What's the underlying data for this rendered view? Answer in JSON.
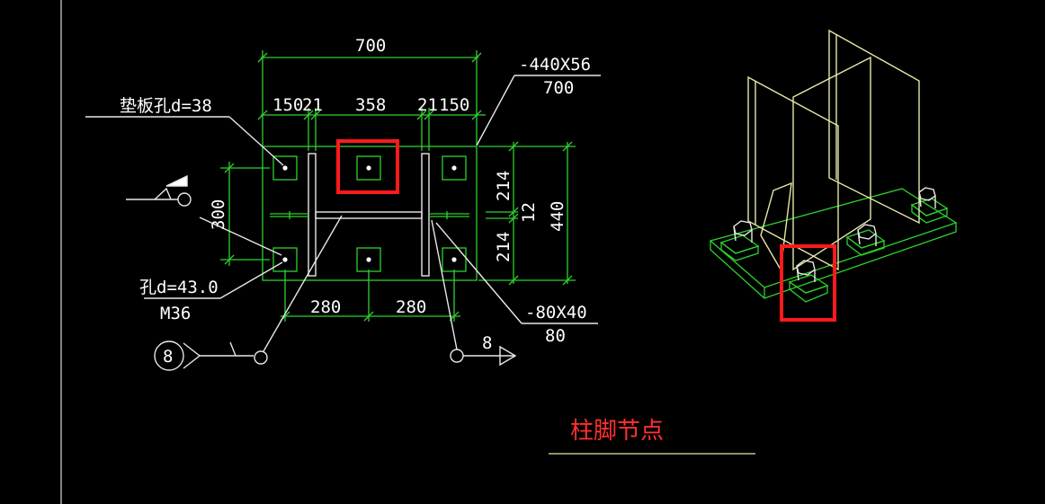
{
  "colors": {
    "background": "#000000",
    "dimension": "#2ed12e",
    "text": "#ffffff",
    "title": "#ff3030",
    "highlight": "#ff1a1a",
    "steel": "#e8e6a8"
  },
  "plan": {
    "dim_overall_width": "700",
    "dim_150_left": "150",
    "dim_21_left": "21",
    "dim_358": "358",
    "dim_21_right": "21",
    "dim_150_right": "150",
    "dim_300": "300",
    "dim_214_top": "214",
    "dim_214_bottom": "214",
    "dim_12": "12",
    "dim_440": "440",
    "dim_280_left": "280",
    "dim_280_right": "280",
    "label_plate": "-440X56",
    "label_plate_sub": "700",
    "label_washer_hole": "垫板孔d=38",
    "label_hole": "孔d=43.0",
    "label_bolt": "M36",
    "label_stiffener": "-80X40",
    "label_stiffener_sub": "80",
    "section_ref_left": "8",
    "section_ref_right": "8"
  },
  "title": {
    "text": "柱脚节点"
  }
}
